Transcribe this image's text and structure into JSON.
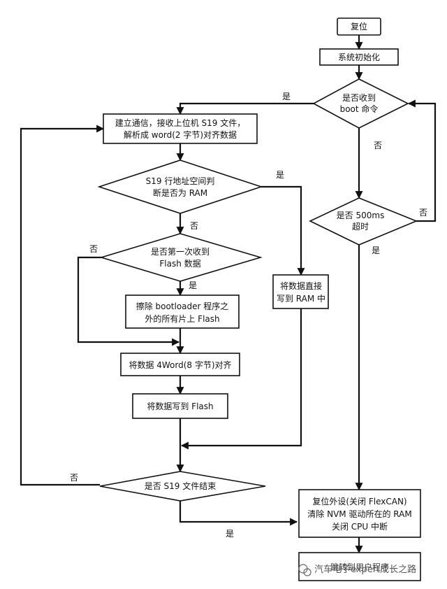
{
  "nodes": {
    "reset": "复位",
    "sys_init": "系统初始化",
    "boot_q": [
      "是否收到",
      "boot 命令"
    ],
    "comm": [
      "建立通信，接收上位机 S19 文件，",
      "解析成 word(2 字节)对齐数据"
    ],
    "addr_q": [
      "S19 行地址空间判",
      "断是否为 RAM"
    ],
    "first_q": [
      "是否第一次收到",
      "Flash 数据"
    ],
    "erase": [
      "擦除 bootloader 程序之",
      "外的所有片上 Flash"
    ],
    "ram_write": [
      "将数据直接",
      "写到 RAM 中"
    ],
    "align": "将数据 4Word(8 字节)对齐",
    "flash_write": "将数据写到 Flash",
    "timeout_q": [
      "是否 500ms",
      "超时"
    ],
    "end_q": "是否 S19 文件结束",
    "final": [
      "复位外设(关闭 FlexCAN)",
      "清除 NVM 驱动所在的 RAM",
      "关闭 CPU 中断"
    ],
    "jump_partial": "跳转到用户程序"
  },
  "labels": {
    "yes": "是",
    "no": "否"
  },
  "watermark": "汽车电子expert成长之路",
  "colors": {
    "line": "#111111",
    "fill": "#ffffff"
  }
}
